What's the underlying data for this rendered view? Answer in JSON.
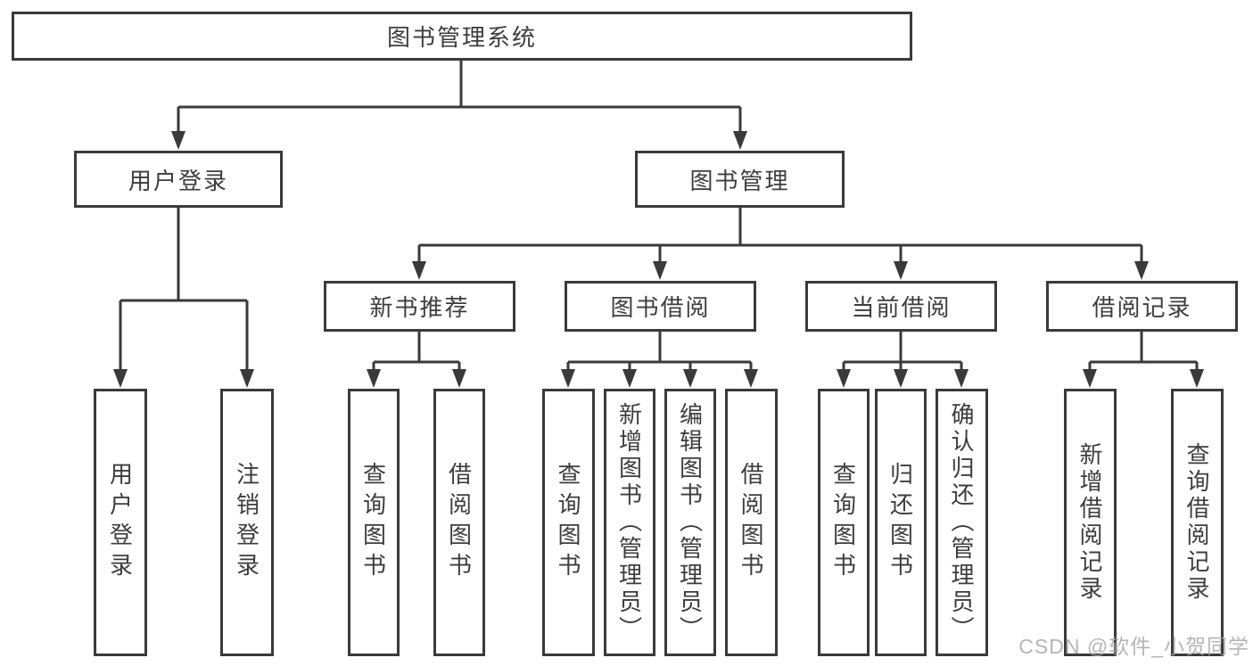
{
  "tree": {
    "label": "图书管理系统",
    "children": [
      {
        "label": "用户登录",
        "children": [
          {
            "label": "用户登录"
          },
          {
            "label": "注销登录"
          }
        ]
      },
      {
        "label": "图书管理",
        "children": [
          {
            "label": "新书推荐",
            "children": [
              {
                "label": "查询图书"
              },
              {
                "label": "借阅图书"
              }
            ]
          },
          {
            "label": "图书借阅",
            "children": [
              {
                "label": "查询图书"
              },
              {
                "label": "新增图书（管理员）"
              },
              {
                "label": "编辑图书（管理员）"
              },
              {
                "label": "借阅图书"
              }
            ]
          },
          {
            "label": "当前借阅",
            "children": [
              {
                "label": "查询图书"
              },
              {
                "label": "归还图书"
              },
              {
                "label": "确认归还（管理员）"
              }
            ]
          },
          {
            "label": "借阅记录",
            "children": [
              {
                "label": "新增借阅记录"
              },
              {
                "label": "查询借阅记录"
              }
            ]
          }
        ]
      }
    ]
  },
  "watermark": "CSDN @软件_小贺同学",
  "colors": {
    "line": "#3a3a3a",
    "text": "#3d3d3d",
    "background": "#ffffff",
    "watermark": "#c9c9c9"
  }
}
